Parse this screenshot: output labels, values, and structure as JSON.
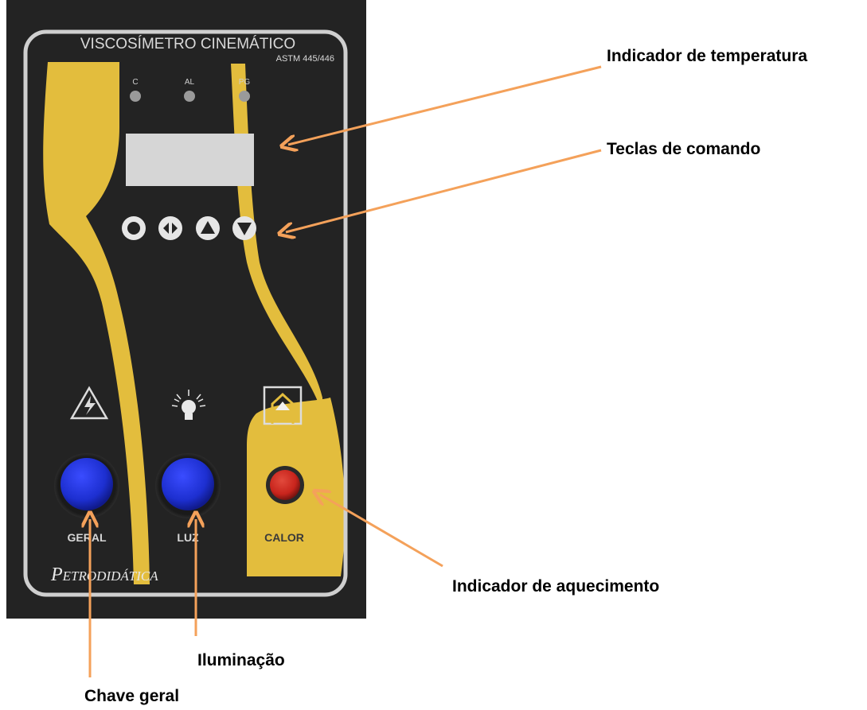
{
  "panel": {
    "title": "VISCOSÍMETRO CINEMÁTICO",
    "subtitle": "ASTM 445/446",
    "indicator_labels": [
      "C",
      "AL",
      "PG"
    ],
    "buttons": {
      "main_label": "GERAL",
      "light_label": "LUZ",
      "heat_label": "CALOR"
    },
    "brand_initial": "P",
    "brand_rest": "ETRODIDÁTICA",
    "colors": {
      "panel_bg": "#232323",
      "border": "#cfcfcf",
      "yellow": "#e3bd3d",
      "display": "#d6d6d6",
      "blue_button": "#1d2fd0",
      "red_indicator": "#c8241c"
    },
    "icons": [
      "high-voltage-icon",
      "light-bulb-icon",
      "heat-icon",
      "circle-key-icon",
      "left-right-key-icon",
      "up-key-icon",
      "down-key-icon"
    ]
  },
  "callouts": {
    "temperature_indicator": "Indicador de temperatura",
    "command_keys": "Teclas de comando",
    "heating_indicator": "Indicador de aquecimento",
    "lighting": "Iluminação",
    "main_switch": "Chave geral",
    "arrow_color": "#f4a15a"
  }
}
